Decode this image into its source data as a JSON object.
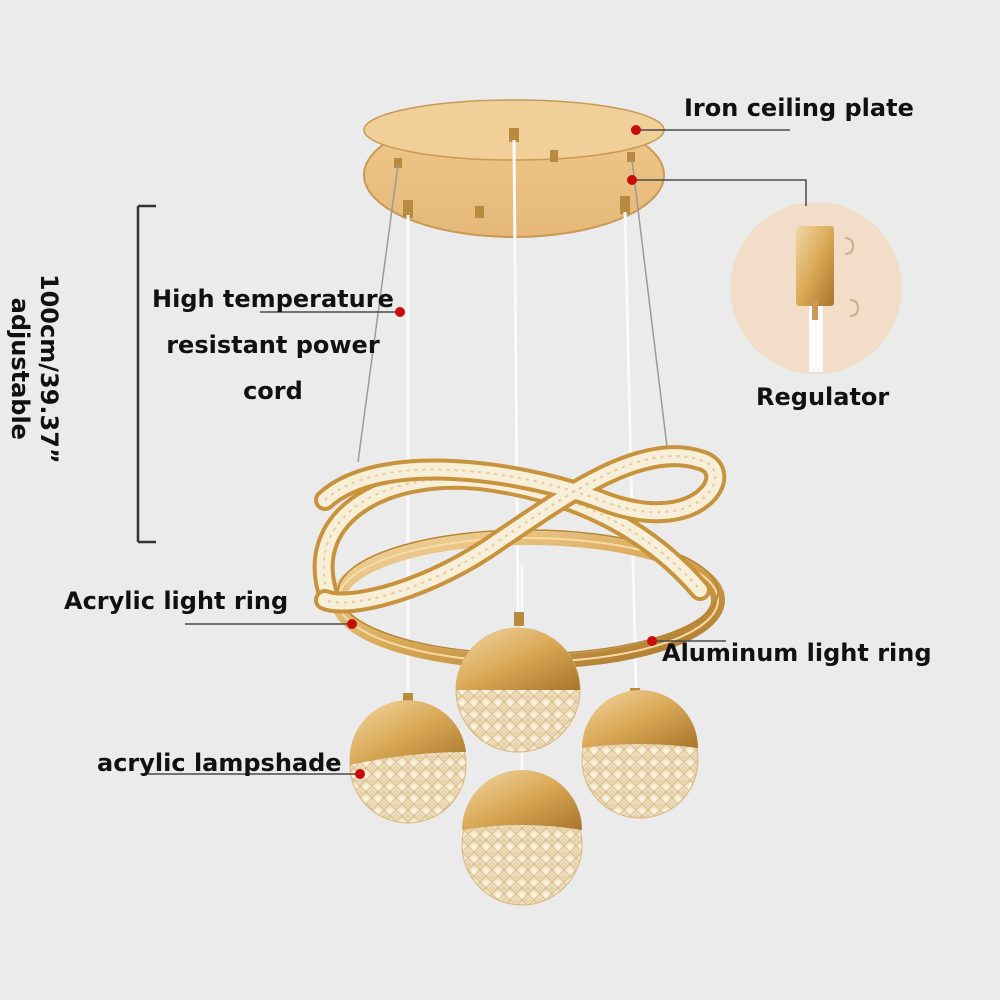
{
  "labels": {
    "ceiling_plate": "Iron ceiling plate",
    "regulator": "Regulator",
    "power_cord": "High temperature\nresistant power\ncord",
    "acrylic_ring": "Acrylic light ring",
    "aluminum_ring": "Aluminum light ring",
    "lampshade": "acrylic lampshade",
    "length_value": "100cm/39.37”",
    "length_note": "adjustable"
  },
  "colors": {
    "background": "#ebebeb",
    "gold": "#d9a957",
    "gold_dark": "#b7832f",
    "marker": "#c80d0d",
    "leader": "#4a4a4a",
    "crystal": "#f7ecd7"
  }
}
